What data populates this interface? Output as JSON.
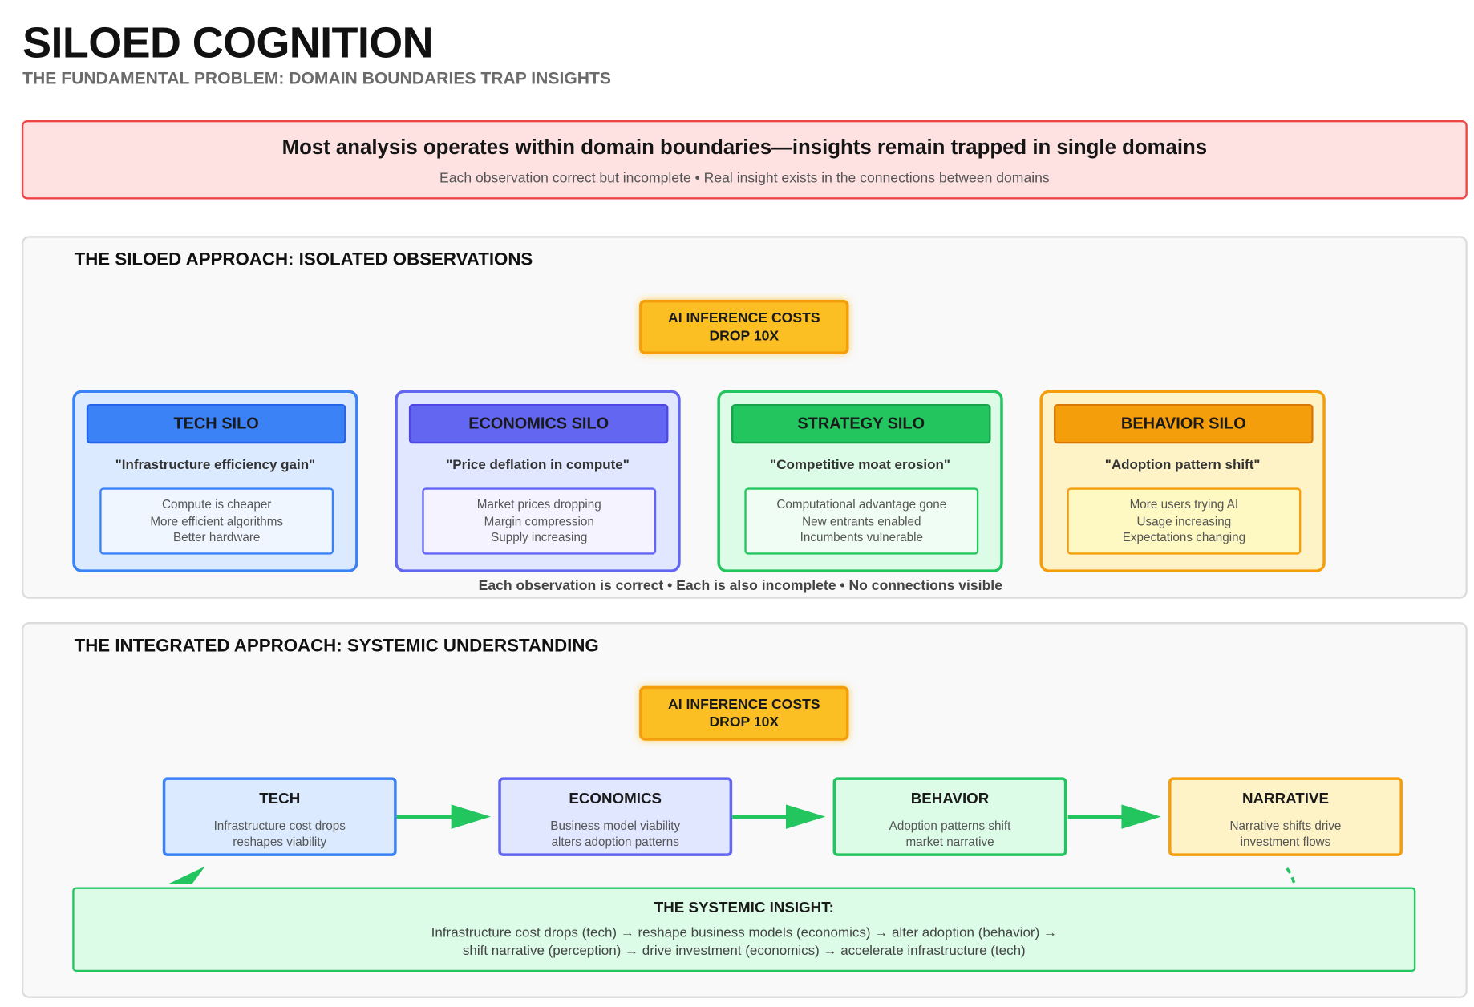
{
  "header": {
    "title": "SILOED COGNITION",
    "subtitle": "THE FUNDAMENTAL PROBLEM: DOMAIN BOUNDARIES TRAP INSIGHTS"
  },
  "problem": {
    "headline": "Most analysis operates within domain boundaries—insights remain trapped in single domains",
    "subline": "Each observation correct but incomplete • Real insight exists in the connections between domains"
  },
  "siloed": {
    "title": "THE SILOED APPROACH: ISOLATED OBSERVATIONS",
    "trigger": "AI INFERENCE COSTS\nDROP 10X",
    "silos": [
      {
        "label": "TECH SILO",
        "quote": "\"Infrastructure efficiency gain\"",
        "points": [
          "Compute is cheaper",
          "More efficient algorithms",
          "Better hardware"
        ]
      },
      {
        "label": "ECONOMICS SILO",
        "quote": "\"Price deflation in compute\"",
        "points": [
          "Market prices dropping",
          "Margin compression",
          "Supply increasing"
        ]
      },
      {
        "label": "STRATEGY SILO",
        "quote": "\"Competitive moat erosion\"",
        "points": [
          "Computational advantage gone",
          "New entrants enabled",
          "Incumbents vulnerable"
        ]
      },
      {
        "label": "BEHAVIOR SILO",
        "quote": "\"Adoption pattern shift\"",
        "points": [
          "More users trying AI",
          "Usage increasing",
          "Expectations changing"
        ]
      }
    ],
    "note": "Each observation is correct • Each is also incomplete • No connections visible"
  },
  "integrated": {
    "title": "THE INTEGRATED APPROACH: SYSTEMIC UNDERSTANDING",
    "trigger": "AI INFERENCE COSTS\nDROP 10X",
    "nodes": [
      {
        "label": "TECH",
        "desc": "Infrastructure cost drops\nreshapes viability"
      },
      {
        "label": "ECONOMICS",
        "desc": "Business model viability\nalters adoption patterns"
      },
      {
        "label": "BEHAVIOR",
        "desc": "Adoption patterns shift\nmarket narrative"
      },
      {
        "label": "NARRATIVE",
        "desc": "Narrative shifts drive\ninvestment flows"
      }
    ],
    "insight_title": "THE SYSTEMIC INSIGHT:",
    "insight_text": "Infrastructure cost drops (tech) → reshape business models (economics) → alter adoption (behavior) →\nshift narrative (perception) → drive investment (economics) → accelerate infrastructure (tech)"
  },
  "colors": {
    "tech": "#3b82f6",
    "economics": "#6366f1",
    "strategy": "#22c55e",
    "behavior": "#f59e0b",
    "problem": "#ef4444",
    "trigger": "#fbbf24",
    "arrow": "#22c55e"
  }
}
